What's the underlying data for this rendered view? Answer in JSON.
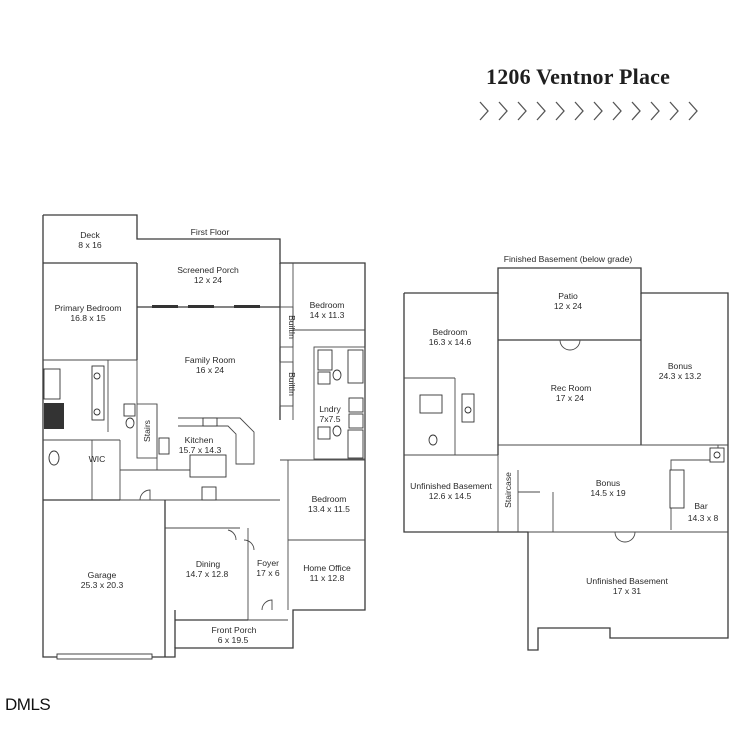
{
  "title": "1206 Ventnor Place",
  "watermark": "DMLS",
  "chevron_count": 12,
  "first_floor": {
    "label": "First Floor",
    "rooms": [
      {
        "id": "deck",
        "name": "Deck",
        "dims": "8 x 16"
      },
      {
        "id": "screened-porch",
        "name": "Screened Porch",
        "dims": "12 x 24"
      },
      {
        "id": "primary-bedroom",
        "name": "Primary Bedroom",
        "dims": "16.8 x 15"
      },
      {
        "id": "family-room",
        "name": "Family Room",
        "dims": "16 x 24"
      },
      {
        "id": "bedroom-1",
        "name": "Bedroom",
        "dims": "14 x 11.3"
      },
      {
        "id": "builtin-1",
        "name": "BuiltIn",
        "dims": ""
      },
      {
        "id": "builtin-2",
        "name": "BuiltIn",
        "dims": ""
      },
      {
        "id": "laundry",
        "name": "Lndry",
        "dims": "7x7.5"
      },
      {
        "id": "stairs",
        "name": "Stairs",
        "dims": ""
      },
      {
        "id": "kitchen",
        "name": "Kitchen",
        "dims": "15.7 x 14.3"
      },
      {
        "id": "wic",
        "name": "WIC",
        "dims": ""
      },
      {
        "id": "bedroom-2",
        "name": "Bedroom",
        "dims": "13.4 x 11.5"
      },
      {
        "id": "garage",
        "name": "Garage",
        "dims": "25.3 x 20.3"
      },
      {
        "id": "dining",
        "name": "Dining",
        "dims": "14.7 x 12.8"
      },
      {
        "id": "foyer",
        "name": "Foyer",
        "dims": "17 x 6"
      },
      {
        "id": "home-office",
        "name": "Home Office",
        "dims": "11 x 12.8"
      },
      {
        "id": "front-porch",
        "name": "Front Porch",
        "dims": "6 x 19.5"
      }
    ]
  },
  "basement": {
    "label": "Finished Basement (below grade)",
    "rooms": [
      {
        "id": "patio",
        "name": "Patio",
        "dims": "12 x 24"
      },
      {
        "id": "bsmt-bedroom",
        "name": "Bedroom",
        "dims": "16.3 x 14.6"
      },
      {
        "id": "rec-room",
        "name": "Rec Room",
        "dims": "17 x 24"
      },
      {
        "id": "bonus-1",
        "name": "Bonus",
        "dims": "24.3 x 13.2"
      },
      {
        "id": "unfinished-1",
        "name": "Unfinished Basement",
        "dims": "12.6 x 14.5"
      },
      {
        "id": "staircase",
        "name": "Staircase",
        "dims": ""
      },
      {
        "id": "bonus-2",
        "name": "Bonus",
        "dims": "14.5 x 19"
      },
      {
        "id": "bar",
        "name": "Bar",
        "dims": "14.3 x 8"
      },
      {
        "id": "unfinished-2",
        "name": "Unfinished Basement",
        "dims": "17 x 31"
      }
    ]
  }
}
